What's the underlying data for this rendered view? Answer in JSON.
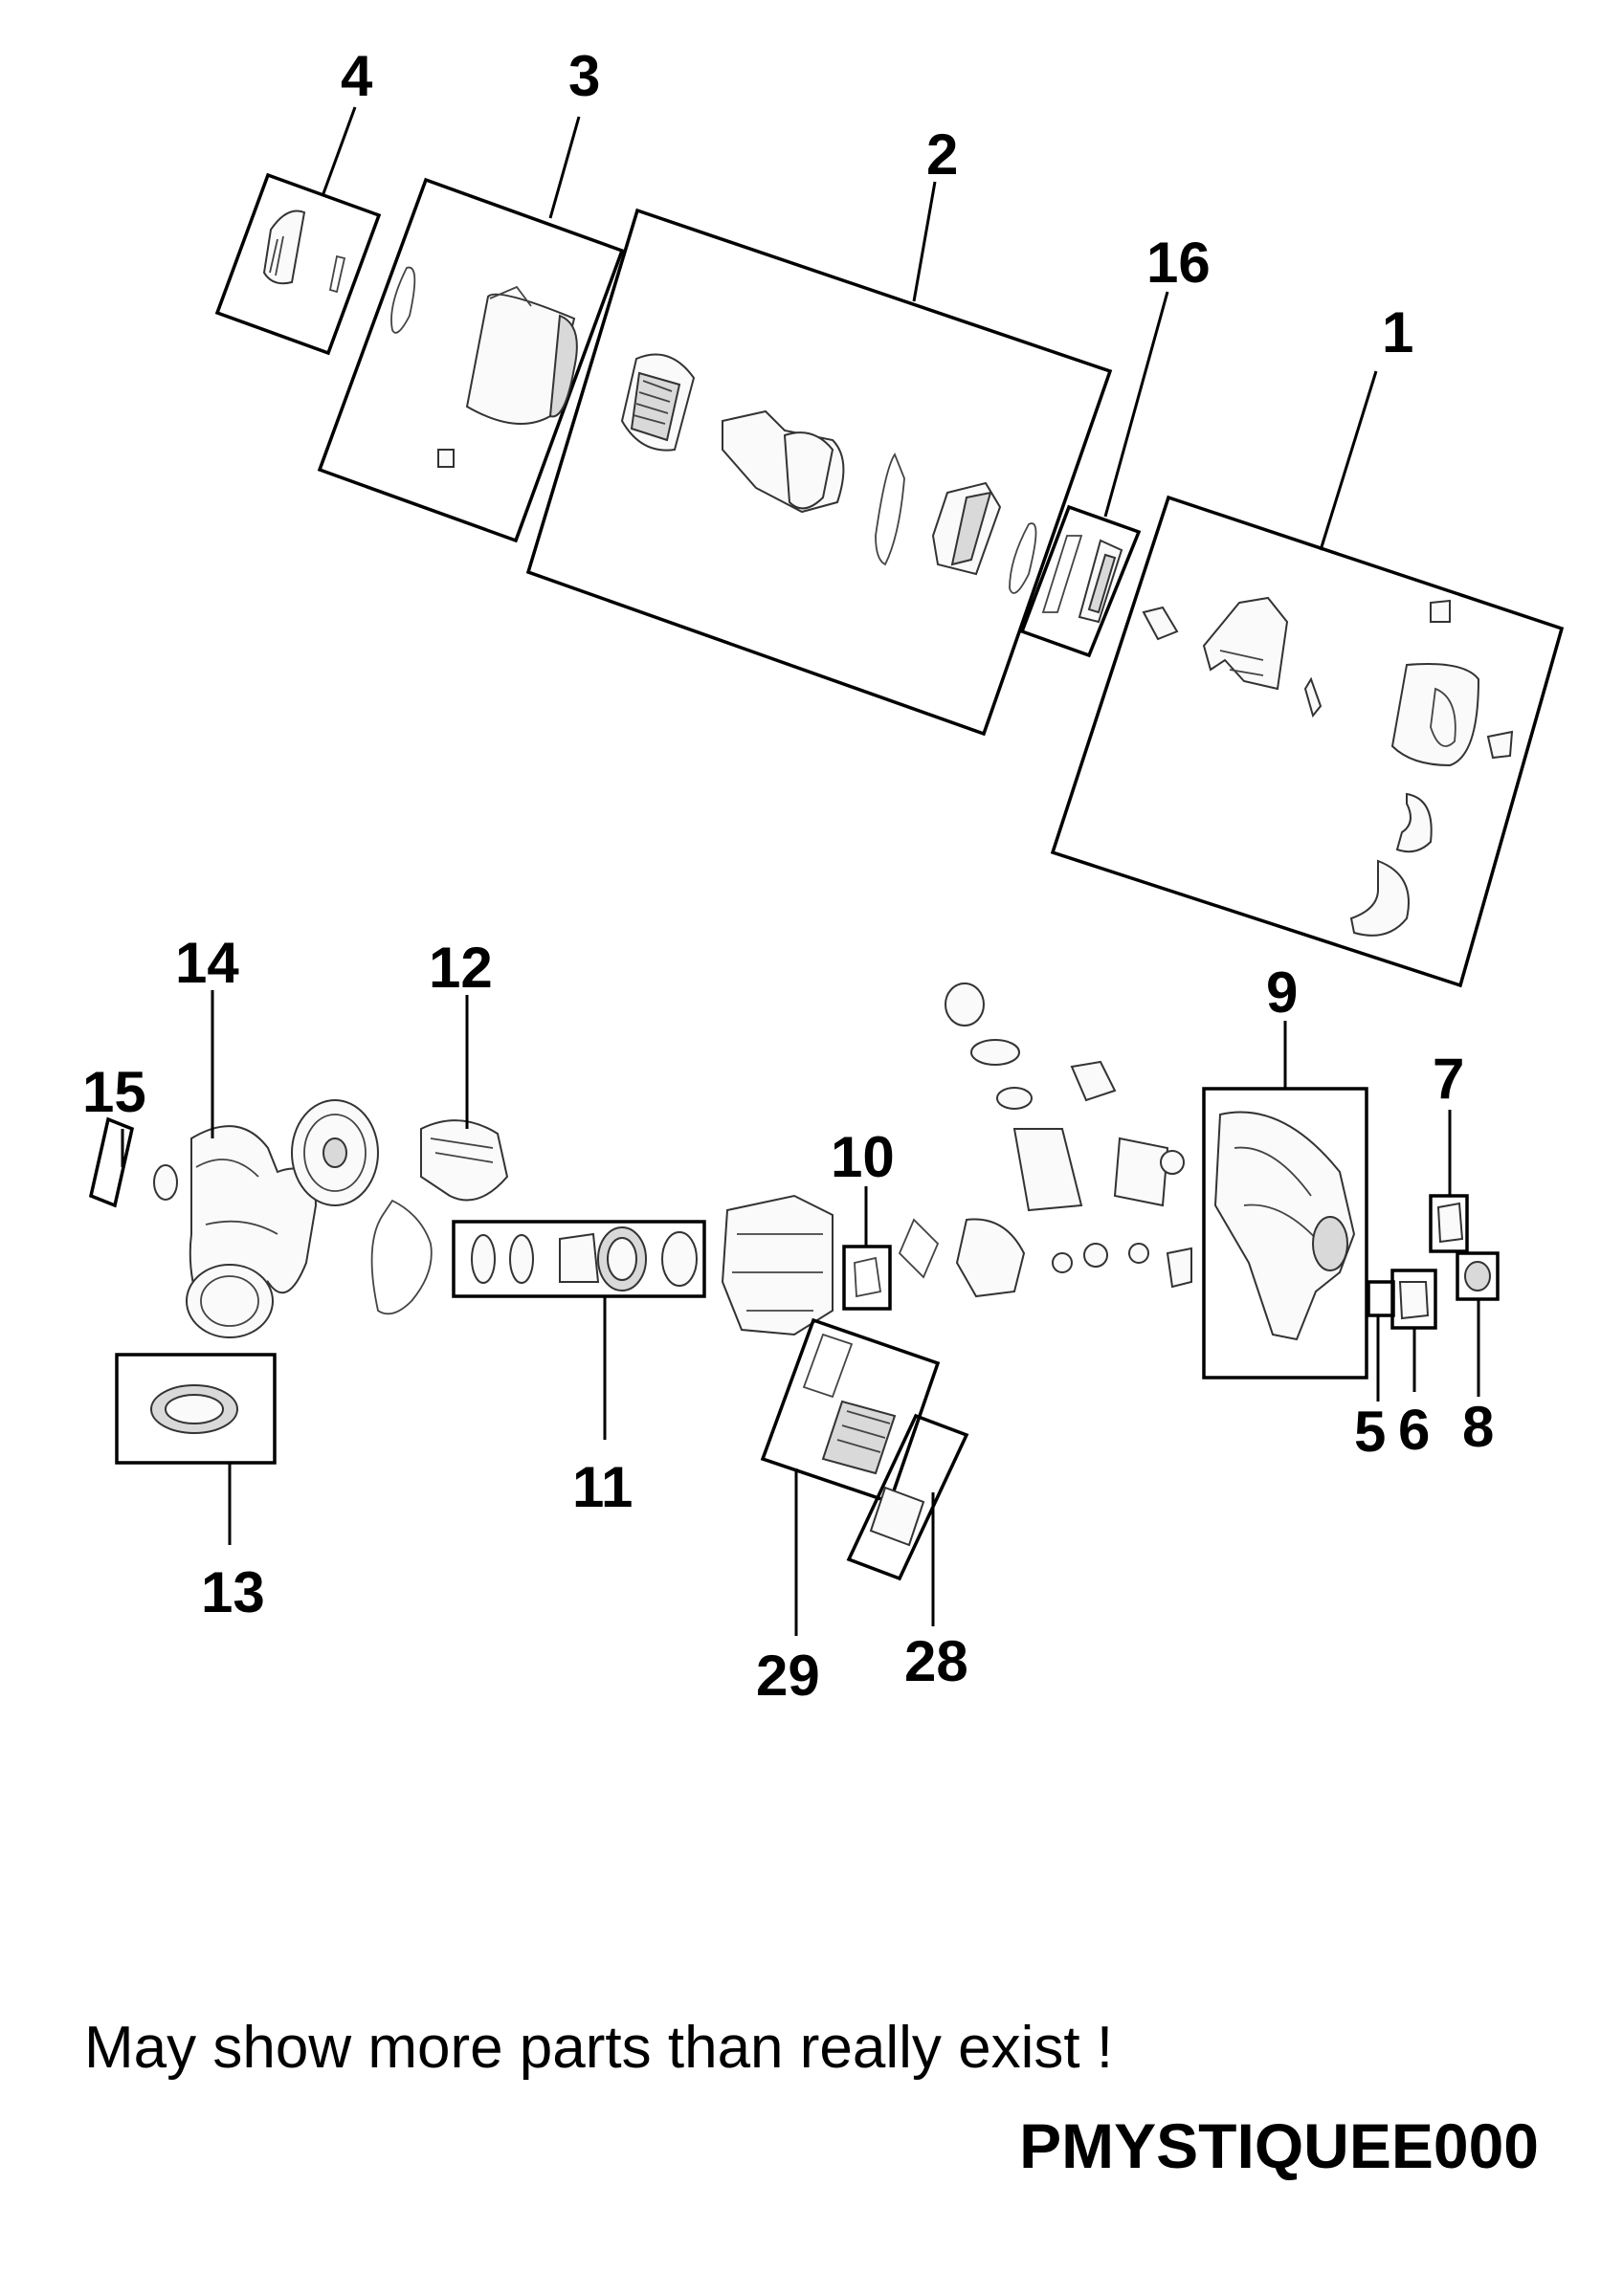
{
  "diagram": {
    "callouts": {
      "c1": "1",
      "c2": "2",
      "c3": "3",
      "c4": "4",
      "c5": "5",
      "c6": "6",
      "c7": "7",
      "c8": "8",
      "c9": "9",
      "c10": "10",
      "c11": "11",
      "c12": "12",
      "c13": "13",
      "c14": "14",
      "c15": "15",
      "c16": "16",
      "c28": "28",
      "c29": "29"
    }
  },
  "footer": {
    "note": "May show more parts than really exist !",
    "model_code": "PMYSTIQUEE000"
  }
}
